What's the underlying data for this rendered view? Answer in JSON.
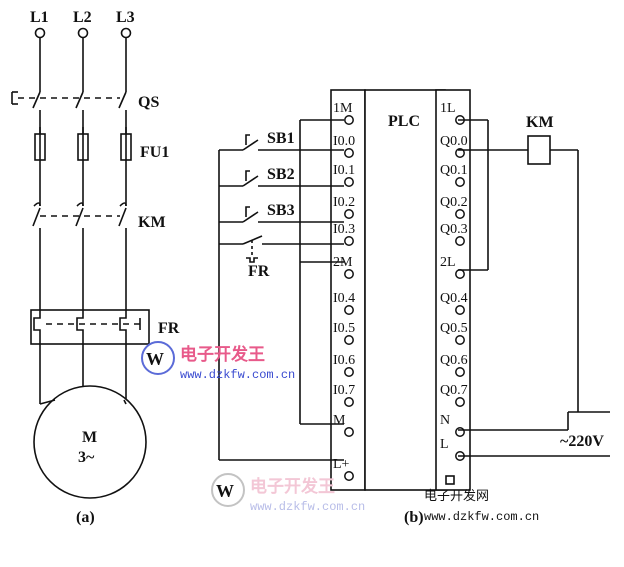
{
  "circuit_a": {
    "phases": [
      "L1",
      "L2",
      "L3"
    ],
    "switch_label": "QS",
    "fuse_label": "FU1",
    "contactor_label": "KM",
    "relay_label": "FR",
    "motor_label": "M",
    "motor_sub": "3~",
    "caption": "(a)"
  },
  "circuit_b": {
    "plc_label": "PLC",
    "left_pins": [
      "1M",
      "I0.0",
      "I0.1",
      "I0.2",
      "I0.3",
      "2M",
      "I0.4",
      "I0.5",
      "I0.6",
      "I0.7",
      "M",
      "L+"
    ],
    "right_pins": [
      "1L",
      "Q0.0",
      "Q0.1",
      "Q0.2",
      "Q0.3",
      "2L",
      "Q0.4",
      "Q0.5",
      "Q0.6",
      "Q0.7",
      "N",
      "L"
    ],
    "buttons": [
      "SB1",
      "SB2",
      "SB3"
    ],
    "relay_contact_label": "FR",
    "coil_label": "KM",
    "supply_label": "~220V",
    "caption": "(b)"
  },
  "watermarks": {
    "brand": "电子开发王",
    "url": "www.dzkfw.com.cn",
    "brand_bottom": "电子开发网",
    "url_bottom": "www.dzkfw.com.cn"
  }
}
